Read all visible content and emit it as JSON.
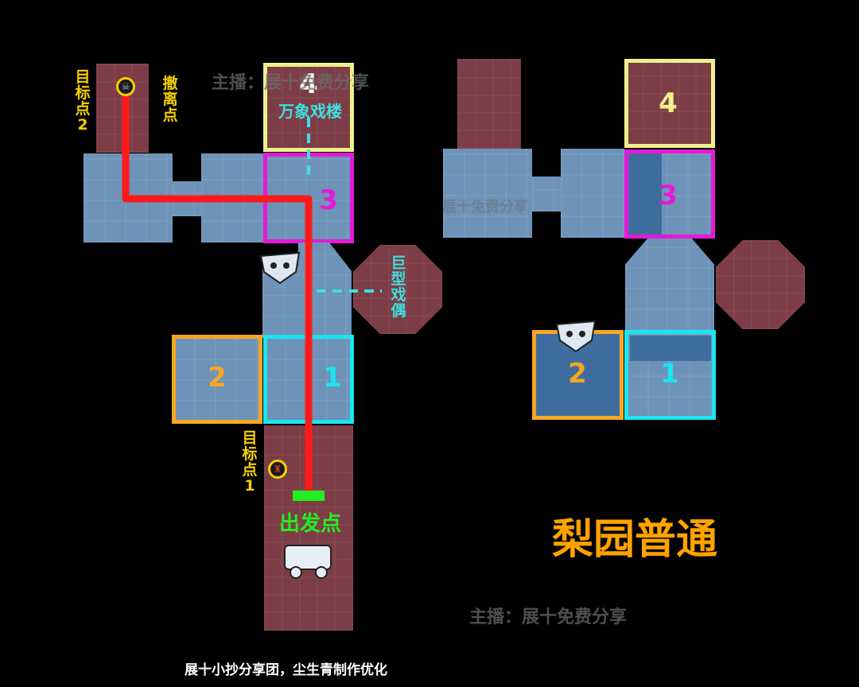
{
  "watermarks": [
    "主播：展十免费分享",
    "主播：展十免费分享",
    "展十免费分享"
  ],
  "map_left": {
    "rooms": [
      "4",
      "3",
      "2",
      "1"
    ],
    "labels": {
      "target2": "目标点2",
      "evac": "撤离点",
      "wanxiang": "万象戏楼",
      "puppet": "巨型戏偶",
      "target1": "目标点1",
      "start": "出发点"
    }
  },
  "map_right": {
    "rooms": [
      "4",
      "3",
      "2",
      "1"
    ]
  },
  "title": "梨园普通",
  "footer": "展十小抄分享团，尘生青制作优化",
  "colors": {
    "yellow_frame": "#eef08c",
    "magenta_frame": "#e619d8",
    "orange_frame": "#f5a623",
    "cyan_frame": "#19e6f0",
    "route": "#ff1a1a",
    "start": "#22ee22",
    "title": "#ffa200"
  },
  "icons": [
    "evac-marker-icon",
    "target-marker-icon",
    "boss-ghost-icon",
    "cart-icon"
  ]
}
